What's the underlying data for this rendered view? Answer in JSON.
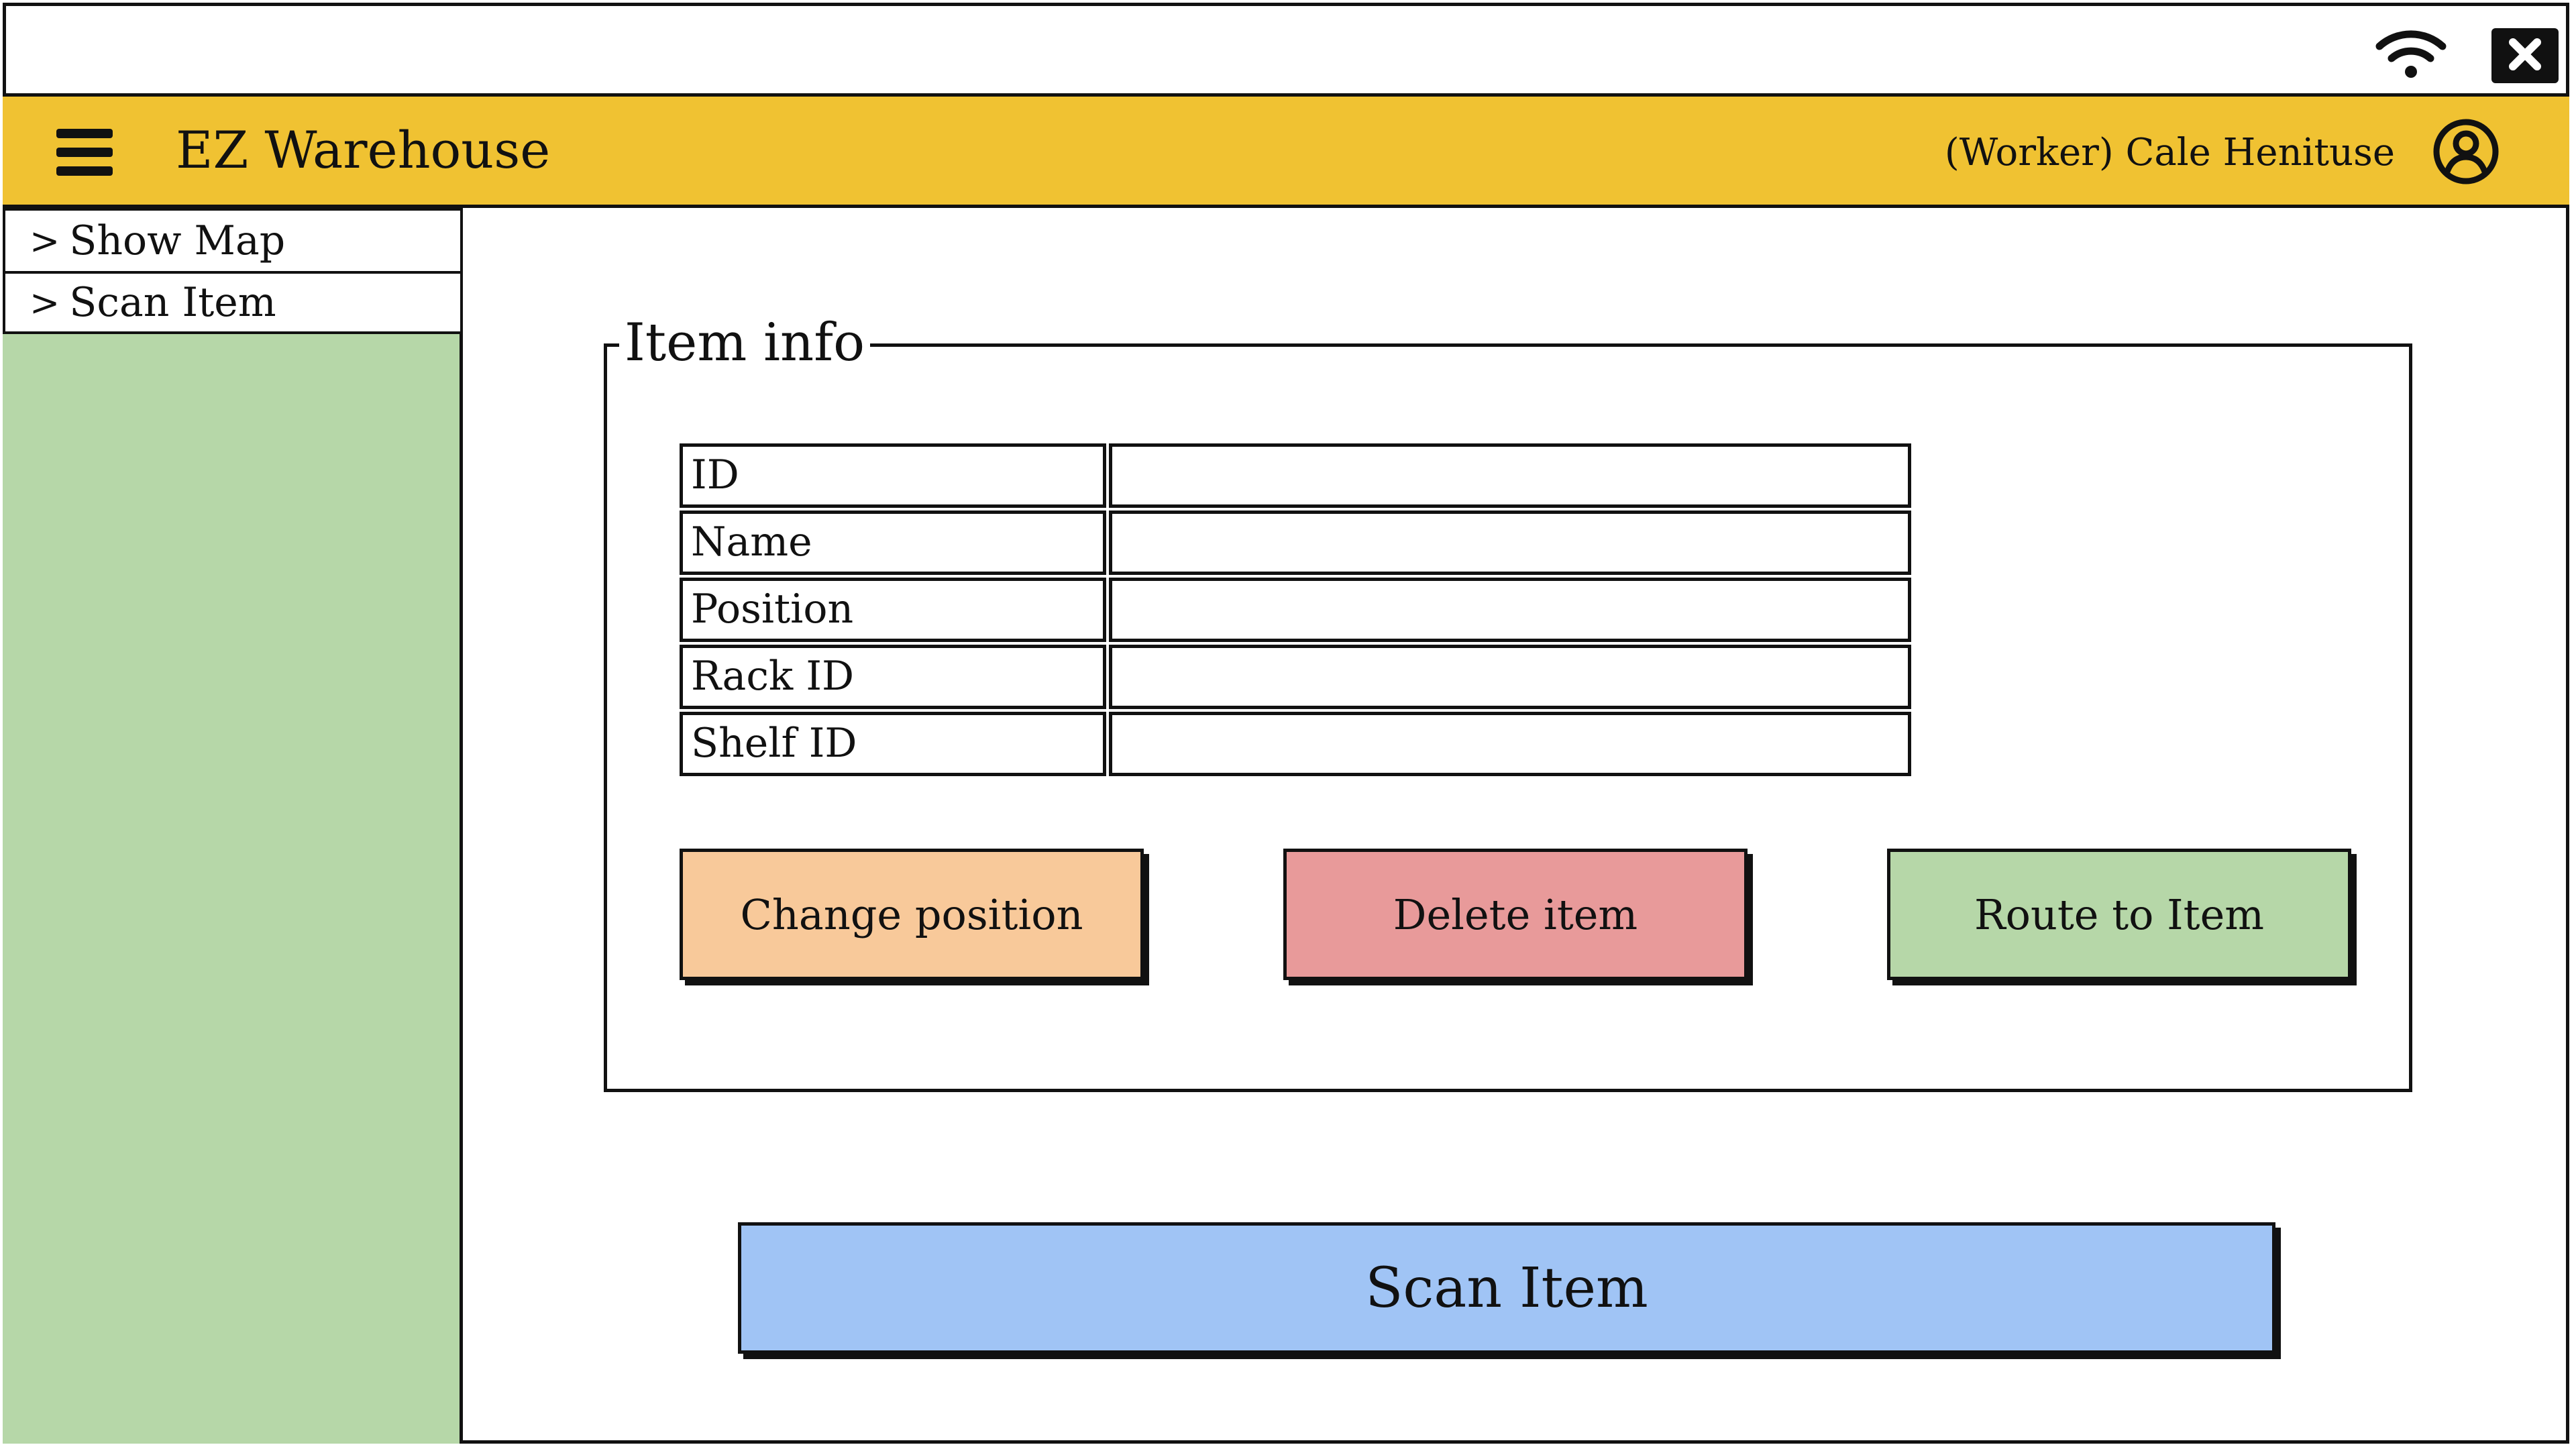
{
  "window": {
    "wifi_icon": "wifi-icon",
    "close_icon": "close-icon"
  },
  "header": {
    "menu_icon": "hamburger-menu-icon",
    "app_title": "EZ Warehouse",
    "user_label": "(Worker) Cale Henituse",
    "avatar_icon": "user-avatar-icon",
    "background_color": "#f0c232"
  },
  "sidebar": {
    "background_color": "#b6d7a8",
    "items": [
      {
        "chevron": ">",
        "label": "Show Map"
      },
      {
        "chevron": ">",
        "label": "Scan Item"
      }
    ]
  },
  "item_info": {
    "legend": "Item info",
    "fields": [
      {
        "label": "ID",
        "value": ""
      },
      {
        "label": "Name",
        "value": ""
      },
      {
        "label": "Position",
        "value": ""
      },
      {
        "label": "Rack ID",
        "value": ""
      },
      {
        "label": "Shelf ID",
        "value": ""
      }
    ],
    "buttons": {
      "change_position": "Change position",
      "delete_item": "Delete item",
      "route_to_item": "Route to Item"
    }
  },
  "scan_button": {
    "label": "Scan Item",
    "color": "#a0c4f5"
  }
}
